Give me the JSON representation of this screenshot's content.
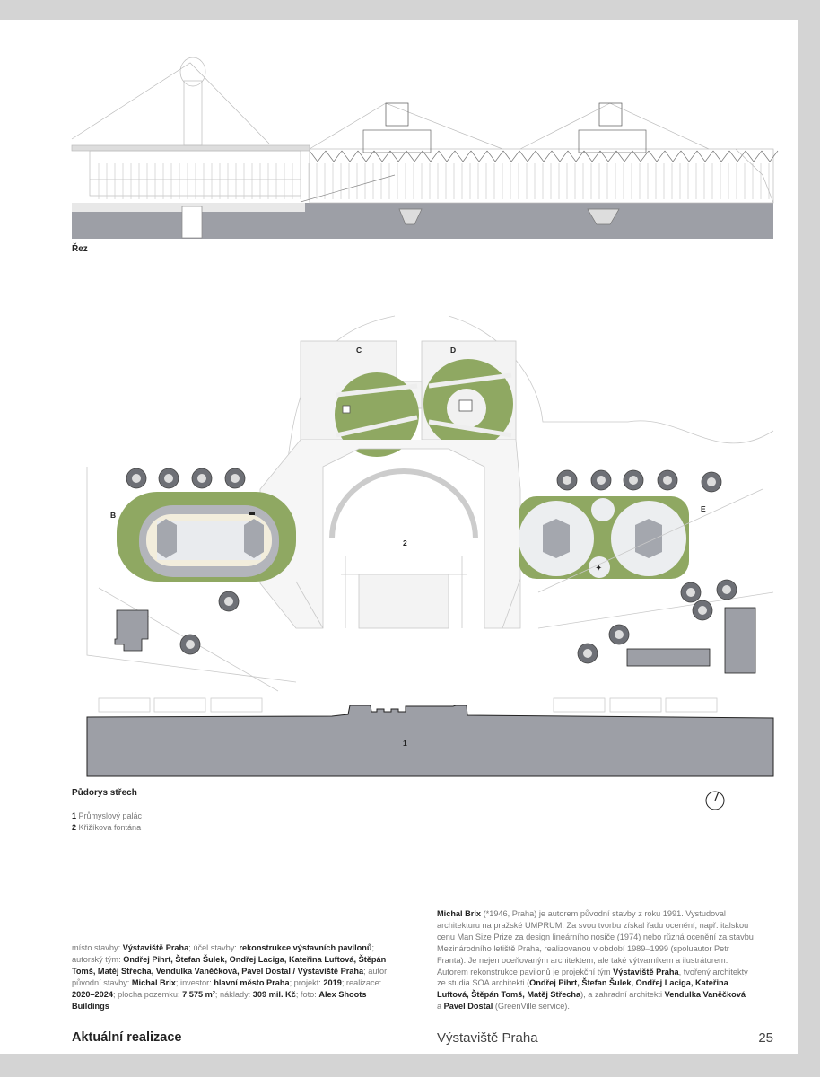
{
  "section": {
    "caption": "Řez"
  },
  "plan": {
    "caption": "Půdorys střech",
    "labels": {
      "b": "B",
      "c": "C",
      "d": "D",
      "e": "E",
      "one": "1",
      "two": "2"
    },
    "legend": [
      {
        "num": "1",
        "text": "Průmyslový palác"
      },
      {
        "num": "2",
        "text": "Křižíkova fontána"
      }
    ],
    "colors": {
      "lawn": "#8fa862",
      "roof": "#a4a7ae",
      "paving": "#f1f1f1",
      "line": "#c9c9c9"
    }
  },
  "credits": {
    "lines": [
      [
        {
          "t": "místo stavby: "
        },
        {
          "t": "Výstaviště Praha",
          "b": true
        },
        {
          "t": "; účel stavby: "
        },
        {
          "t": "rekonstrukce výstavních pavilonů",
          "b": true
        },
        {
          "t": ";"
        }
      ],
      [
        {
          "t": "autorský tým: "
        },
        {
          "t": "Ondřej Pihrt, Štefan Šulek, Ondřej Laciga, Kateřina Luftová, Štěpán",
          "b": true
        }
      ],
      [
        {
          "t": "Tomš, Matěj Střecha, Vendulka Vaněčková, Pavel Dostal / Výstaviště Praha",
          "b": true
        },
        {
          "t": "; autor"
        }
      ],
      [
        {
          "t": "původní stavby: "
        },
        {
          "t": "Michal Brix",
          "b": true
        },
        {
          "t": "; investor: "
        },
        {
          "t": "hlavní město Praha",
          "b": true
        },
        {
          "t": "; projekt: "
        },
        {
          "t": "2019",
          "b": true
        },
        {
          "t": "; realizace:"
        }
      ],
      [
        {
          "t": "2020–2024",
          "b": true
        },
        {
          "t": "; plocha pozemku: "
        },
        {
          "t": "7 575 m²",
          "b": true
        },
        {
          "t": "; náklady: "
        },
        {
          "t": "309 mil. Kč",
          "b": true
        },
        {
          "t": "; foto: "
        },
        {
          "t": "Alex Shoots",
          "b": true
        }
      ],
      [
        {
          "t": "Buildings",
          "b": true
        }
      ]
    ]
  },
  "bio": {
    "lines": [
      [
        {
          "t": "Michal Brix",
          "b": true
        },
        {
          "t": " (*1946, Praha) je autorem původní stavby z roku 1991. Vystudoval"
        }
      ],
      [
        {
          "t": "architekturu na pražské UMPRUM. Za svou tvorbu získal řadu ocenění, např. italskou"
        }
      ],
      [
        {
          "t": "cenu Man Size Prize za design lineárního nosiče (1974) nebo různá ocenění za stavbu"
        }
      ],
      [
        {
          "t": "Mezinárodního letiště Praha, realizovanou v období 1989–1999 (spoluautor Petr"
        }
      ],
      [
        {
          "t": "Franta). Je nejen oceňovaným architektem, ale také výtvarníkem a ilustrátorem."
        }
      ],
      [
        {
          "t": "Autorem rekonstrukce pavilonů je projekční tým "
        },
        {
          "t": "Výstaviště Praha",
          "b": true
        },
        {
          "t": ", tvořený architekty"
        }
      ],
      [
        {
          "t": "ze studia SOA architekti ("
        },
        {
          "t": "Ondřej Pihrt, Štefan Šulek, Ondřej Laciga, Kateřina",
          "b": true
        }
      ],
      [
        {
          "t": "Luftová, Štěpán Tomš, Matěj Střecha",
          "b": true
        },
        {
          "t": "), a zahradní architekti "
        },
        {
          "t": "Vendulka Vaněčková",
          "b": true
        }
      ],
      [
        {
          "t": "a "
        },
        {
          "t": "Pavel Dostal",
          "b": true
        },
        {
          "t": " (GreenVille service)."
        }
      ]
    ]
  },
  "footer": {
    "section": "Aktuální realizace",
    "title": "Výstaviště Praha",
    "page": "25"
  }
}
